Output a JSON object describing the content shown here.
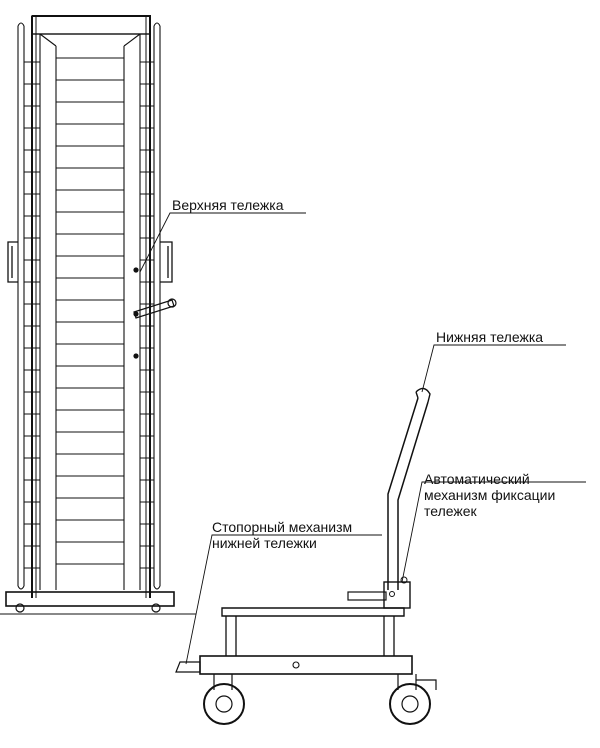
{
  "labels": {
    "upper_cart": "Верхняя тележка",
    "lower_cart": "Нижняя тележка",
    "auto_lock": [
      "Автоматический",
      "механизм фиксации",
      "тележек"
    ],
    "stop_mechanism": [
      "Стопорный механизм",
      "нижней тележки"
    ]
  },
  "colors": {
    "line": "#111111",
    "background": "#ffffff"
  }
}
